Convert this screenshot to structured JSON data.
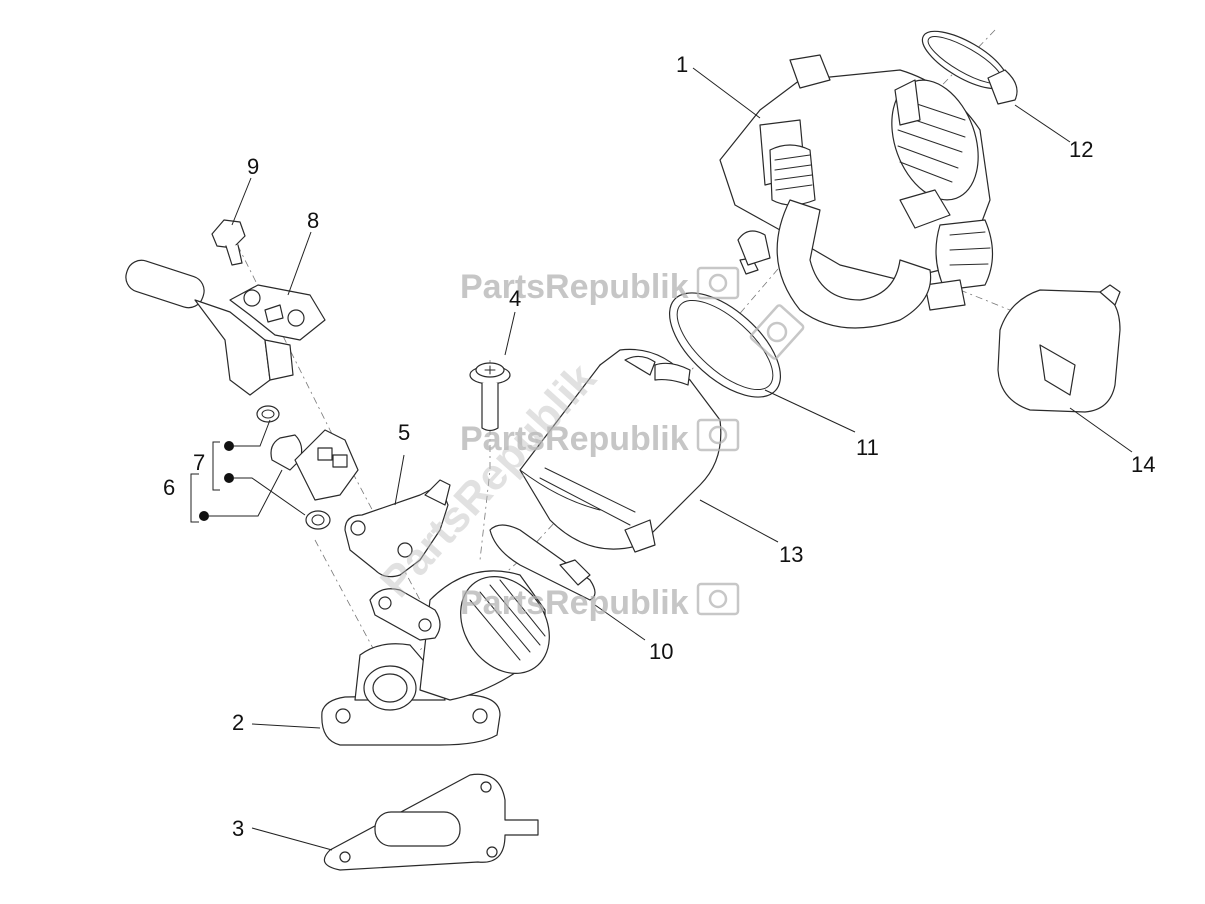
{
  "watermark": {
    "brand": "PartsRepublik"
  },
  "callouts": [
    {
      "id": "c1",
      "label": "1"
    },
    {
      "id": "c2",
      "label": "2"
    },
    {
      "id": "c3",
      "label": "3"
    },
    {
      "id": "c4",
      "label": "4"
    },
    {
      "id": "c5",
      "label": "5"
    },
    {
      "id": "c6",
      "label": "6"
    },
    {
      "id": "c7",
      "label": "7"
    },
    {
      "id": "c8",
      "label": "8"
    },
    {
      "id": "c9",
      "label": "9"
    },
    {
      "id": "c10",
      "label": "10"
    },
    {
      "id": "c11",
      "label": "11"
    },
    {
      "id": "c12",
      "label": "12"
    },
    {
      "id": "c13",
      "label": "13"
    },
    {
      "id": "c14",
      "label": "14"
    }
  ],
  "colors": {
    "line": "#2a2a2a",
    "watermark": "#b4b4b4",
    "background": "#ffffff"
  }
}
